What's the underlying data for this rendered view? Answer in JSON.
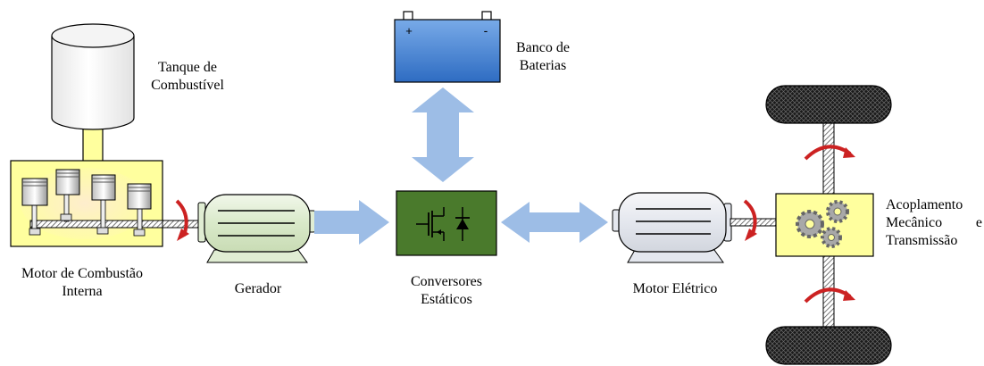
{
  "labels": {
    "tank": [
      "Tanque de",
      "Combustível"
    ],
    "battery": [
      "Banco de",
      "Baterias"
    ],
    "engine": [
      "Motor de Combustão",
      "Interna"
    ],
    "generator": "Gerador",
    "converters": [
      "Conversores",
      "Estáticos"
    ],
    "motor": "Motor Elétrico",
    "coupling": [
      "Acoplamento",
      "Mecânico e",
      "Transmissão"
    ]
  },
  "battery_terminals": {
    "positive": "+",
    "negative": "-"
  },
  "colors": {
    "arrow": "#9dbde6",
    "machine_fill": "#e0edd3",
    "engine_box": "#ffff9e",
    "converter_box": "#4a7a2c",
    "battery": "#3f7fd2",
    "rotation_arrow": "#cc2222",
    "tire": "#1a1a1a"
  },
  "icons": [
    "fuel-tank-icon",
    "battery-icon",
    "piston-icon",
    "generator-icon",
    "transistor-icon",
    "diode-icon",
    "electric-motor-icon",
    "gears-icon",
    "wheel-icon",
    "rotation-arrow-icon"
  ]
}
